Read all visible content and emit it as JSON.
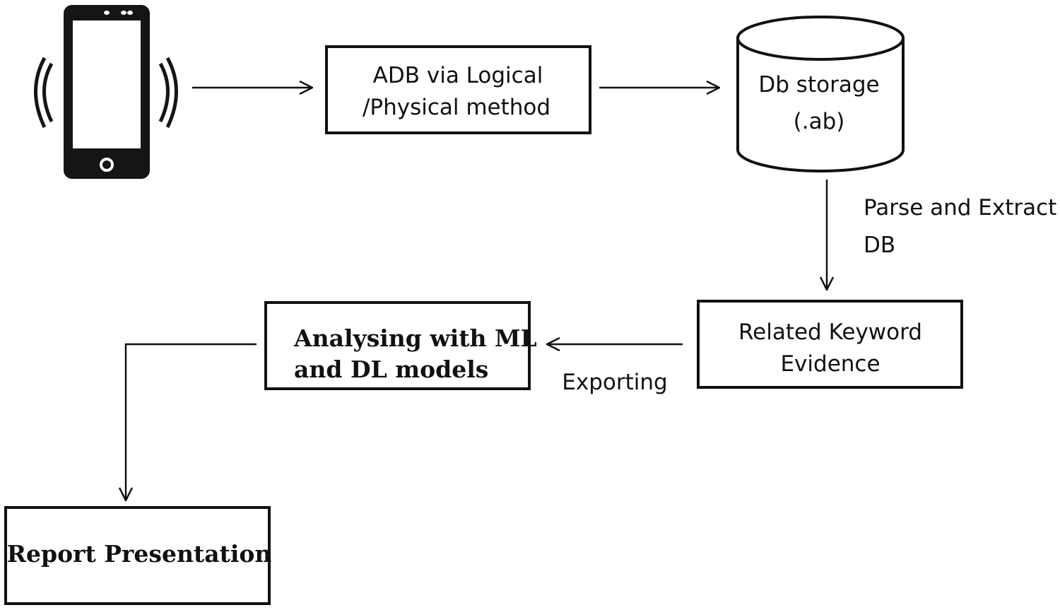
{
  "nodes": {
    "adb": {
      "line1": "ADB via Logical",
      "line2": "/Physical method"
    },
    "db_storage": {
      "line1": "Db storage",
      "line2": "(.ab)"
    },
    "related_keyword": {
      "line1": "Related Keyword",
      "line2": "Evidence"
    },
    "analysing": {
      "line1": "Analysing with ML",
      "line2": "and DL models"
    },
    "report": {
      "label": "Report Presentation"
    }
  },
  "edges": {
    "parse_extract": {
      "line1": "Parse and Extract",
      "line2": "DB"
    },
    "exporting": {
      "label": "Exporting"
    }
  },
  "icons": {
    "device": "smartphone-vibrating-icon"
  }
}
